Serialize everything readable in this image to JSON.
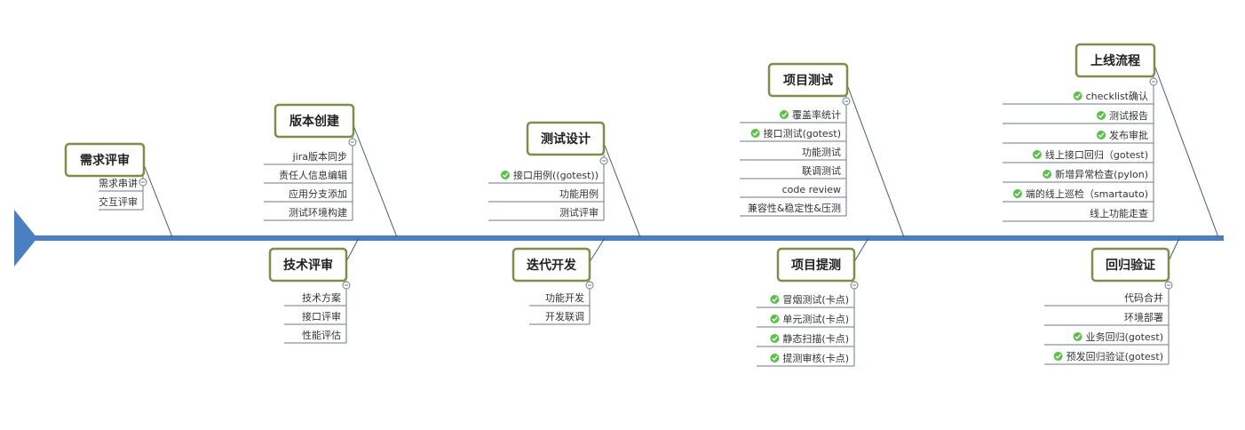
{
  "colors": {
    "spine": "#4a7fc1",
    "box_border": "#7a8f4a",
    "check": "#5bbf4a",
    "line": "#6c7a8c"
  },
  "top_groups": [
    {
      "title": "需求评审",
      "items": [
        {
          "text": "需求串讲",
          "check": false
        },
        {
          "text": "交互评审",
          "check": false
        }
      ]
    },
    {
      "title": "版本创建",
      "items": [
        {
          "text": "jira版本同步",
          "check": false
        },
        {
          "text": "责任人信息编辑",
          "check": false
        },
        {
          "text": "应用分支添加",
          "check": false
        },
        {
          "text": "测试环境构建",
          "check": false
        }
      ]
    },
    {
      "title": "测试设计",
      "items": [
        {
          "text": "接口用例((gotest))",
          "check": true
        },
        {
          "text": "功能用例",
          "check": false
        },
        {
          "text": "测试评审",
          "check": false
        }
      ]
    },
    {
      "title": "项目测试",
      "items": [
        {
          "text": "覆盖率统计",
          "check": true
        },
        {
          "text": "接口测试(gotest)",
          "check": true
        },
        {
          "text": "功能测试",
          "check": false
        },
        {
          "text": "联调测试",
          "check": false
        },
        {
          "text": "code review",
          "check": false
        },
        {
          "text": "兼容性&稳定性&压测",
          "check": false
        }
      ]
    },
    {
      "title": "上线流程",
      "items": [
        {
          "text": "checklist确认",
          "check": true
        },
        {
          "text": "测试报告",
          "check": true
        },
        {
          "text": "发布审批",
          "check": true
        },
        {
          "text": "线上接口回归（gotest)",
          "check": true
        },
        {
          "text": "新增异常检查(pylon)",
          "check": true
        },
        {
          "text": "端的线上巡检（smartauto)",
          "check": true
        },
        {
          "text": "线上功能走查",
          "check": false
        }
      ]
    }
  ],
  "bottom_groups": [
    {
      "title": "技术评审",
      "items": [
        {
          "text": "技术方案",
          "check": false
        },
        {
          "text": "接口评审",
          "check": false
        },
        {
          "text": "性能评估",
          "check": false
        }
      ]
    },
    {
      "title": "迭代开发",
      "items": [
        {
          "text": "功能开发",
          "check": false
        },
        {
          "text": "开发联调",
          "check": false
        }
      ]
    },
    {
      "title": "项目提测",
      "items": [
        {
          "text": "冒烟测试(卡点)",
          "check": true
        },
        {
          "text": "单元测试(卡点)",
          "check": true
        },
        {
          "text": "静态扫描(卡点)",
          "check": true
        },
        {
          "text": "提测审核(卡点)",
          "check": true
        }
      ]
    },
    {
      "title": "回归验证",
      "items": [
        {
          "text": "代码合并",
          "check": false
        },
        {
          "text": "环境部署",
          "check": false
        },
        {
          "text": "业务回归(gotest)",
          "check": true
        },
        {
          "text": "预发回归验证(gotest)",
          "check": true
        }
      ]
    }
  ]
}
